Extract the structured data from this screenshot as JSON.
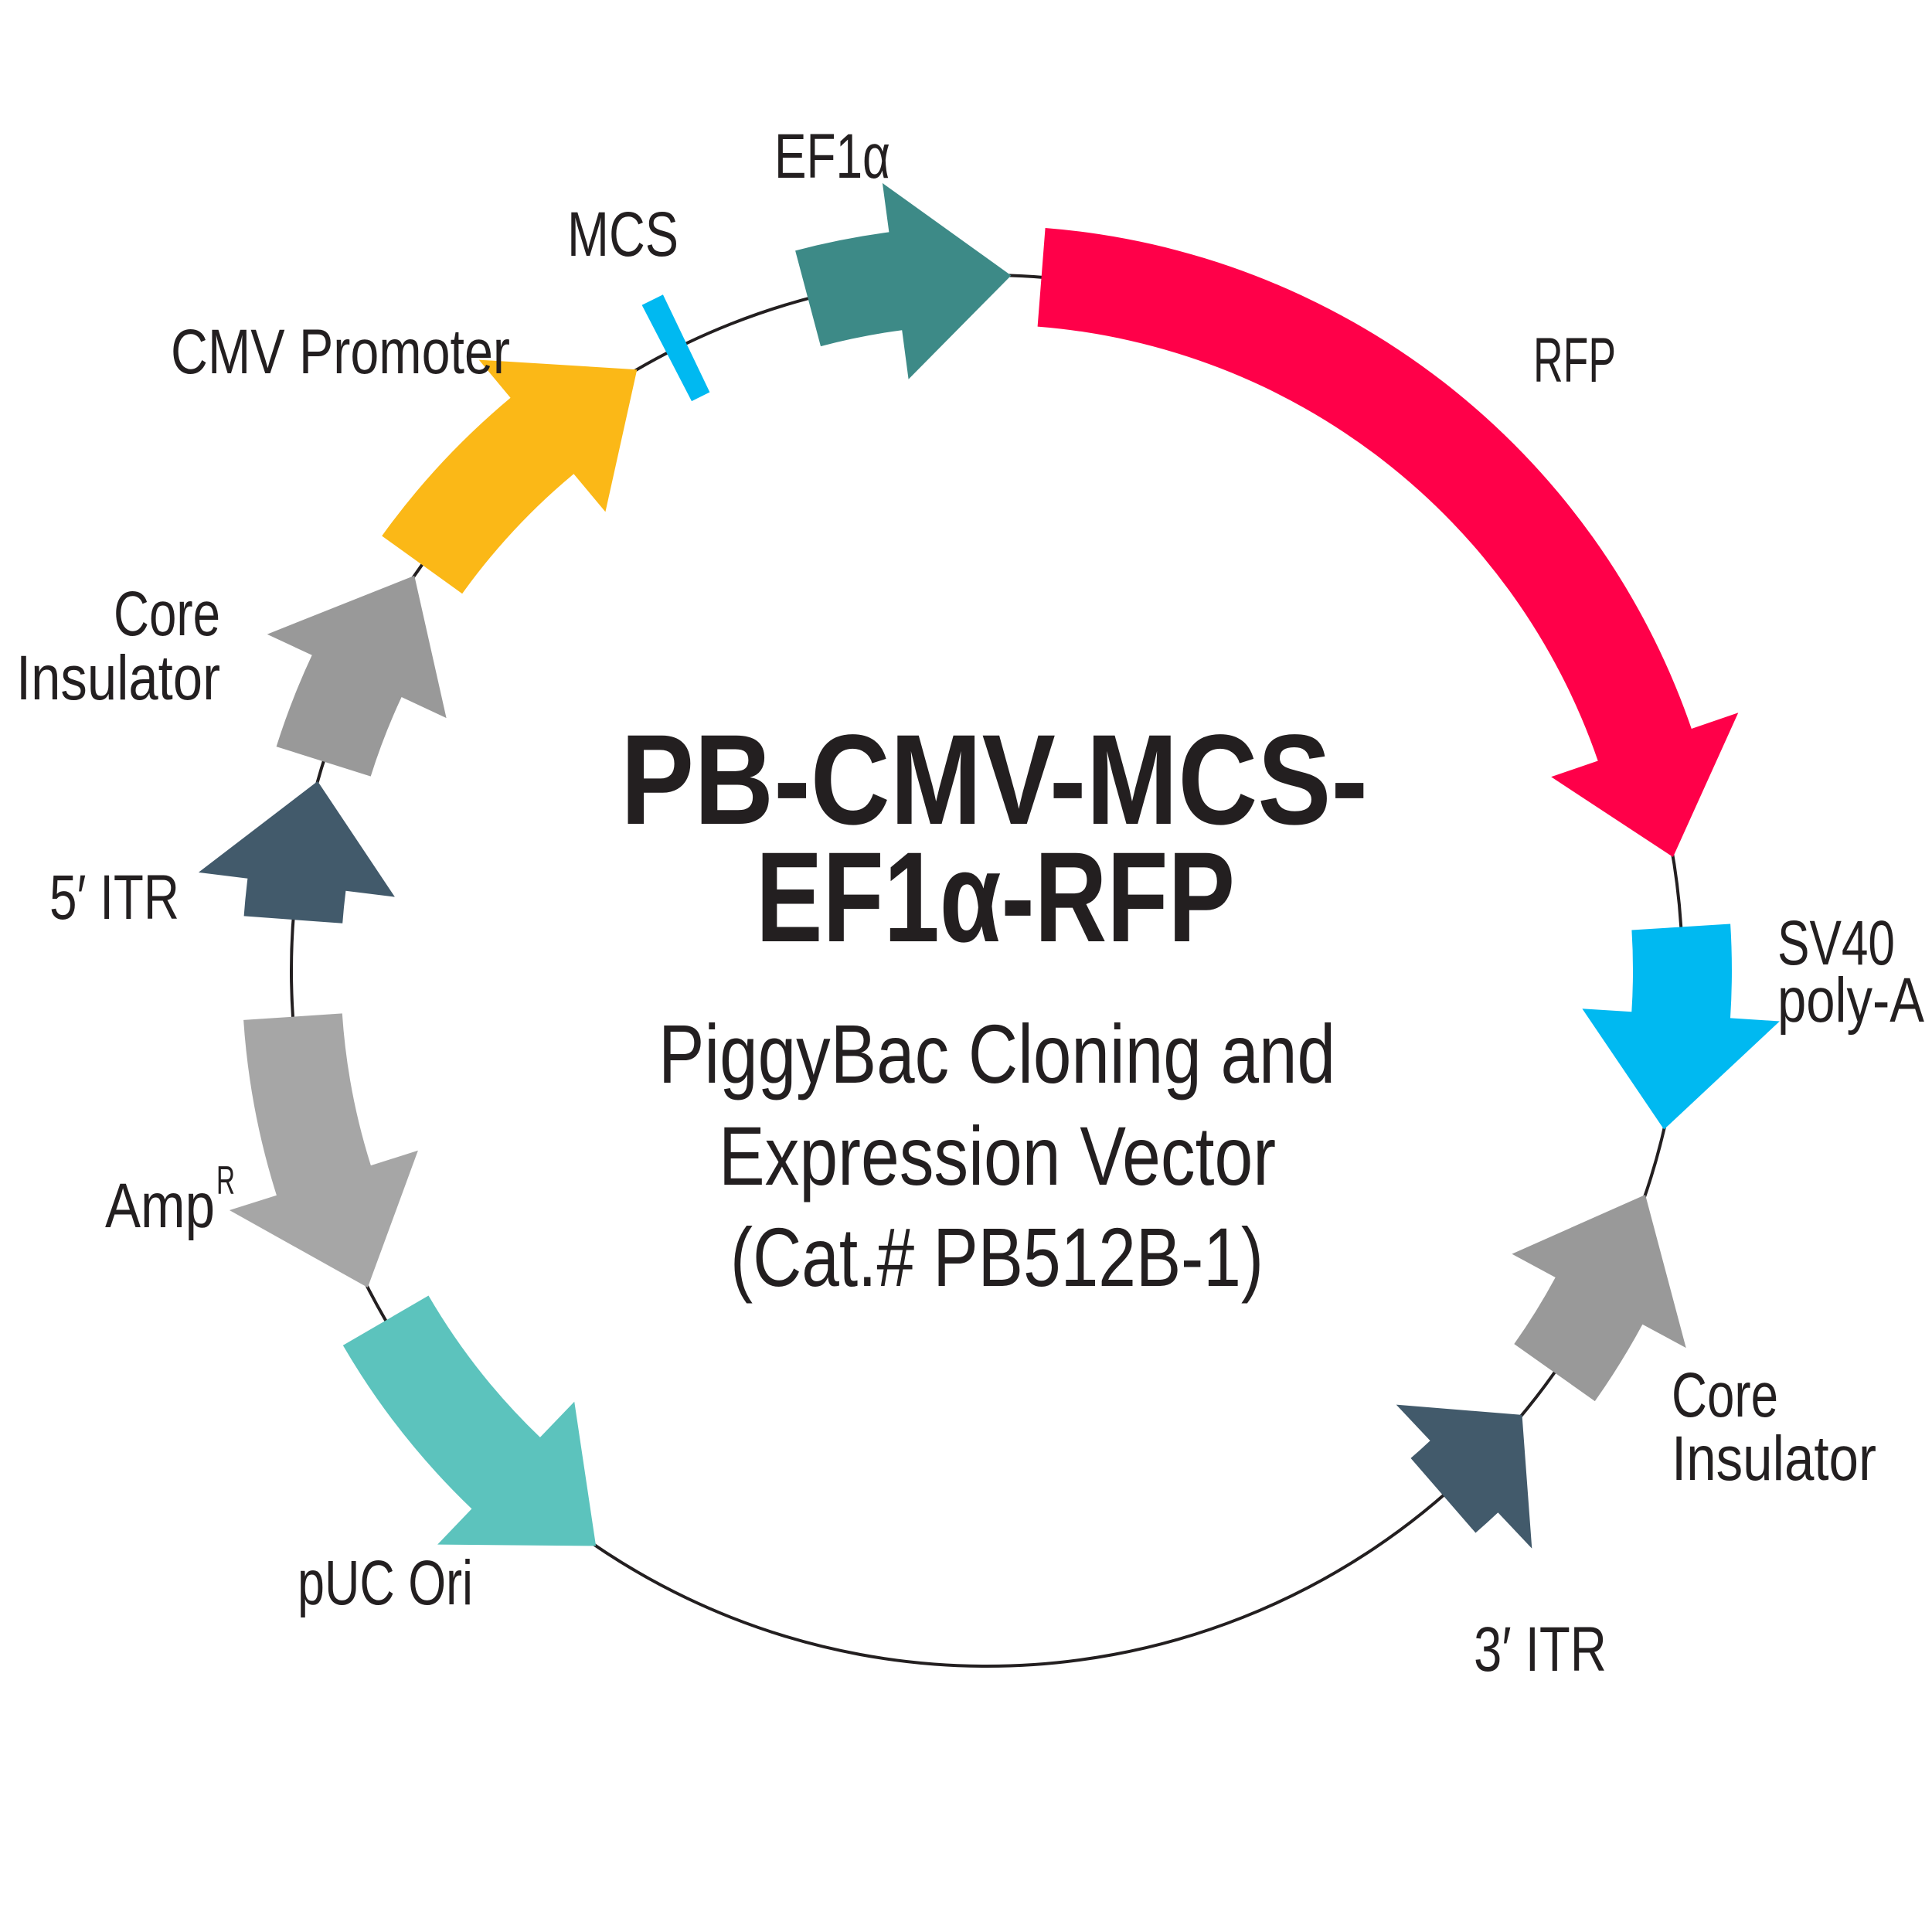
{
  "plasmid": {
    "name_line1": "PB-CMV-MCS-",
    "name_line2": "EF1α-RFP",
    "description_line1": "PiggyBac Cloning and",
    "description_line2": "Expression Vector",
    "catalog_line": "(Cat.# PB512B-1)"
  },
  "colors": {
    "backbone": "#231F20",
    "text": "#231F20"
  },
  "features": [
    {
      "id": "ef1a",
      "label": "EF1α",
      "color": "#3D8A87",
      "start_deg": -14.9,
      "end_deg": 2.0,
      "direction": "cw"
    },
    {
      "id": "rfp",
      "label": "RFP",
      "color": "#FF0049",
      "start_deg": 4.5,
      "end_deg": 80.6,
      "direction": "cw"
    },
    {
      "id": "sv40",
      "label_line1": "SV40",
      "label_line2": "poly-A",
      "color": "#00B9F1",
      "start_deg": 86.4,
      "end_deg": 103.2,
      "direction": "cw"
    },
    {
      "id": "core-insulator-right",
      "label_line1": "Core",
      "label_line2": "Insulator",
      "color": "#999999",
      "start_deg": 125.3,
      "end_deg": 108.8,
      "direction": "ccw"
    },
    {
      "id": "itr3",
      "label": "3′ ITR",
      "color": "#425A6B",
      "start_deg": 139.0,
      "end_deg": 129.7,
      "direction": "ccw"
    },
    {
      "id": "puc-ori",
      "label": "pUC Ori",
      "color": "#5CC3BD",
      "start_deg": 239.8,
      "end_deg": 214.2,
      "direction": "ccw"
    },
    {
      "id": "ampr",
      "label": "Amp",
      "label_sup": "R",
      "color": "#A6A6A6",
      "start_deg": 266.2,
      "end_deg": 242.9,
      "direction": "ccw"
    },
    {
      "id": "itr5",
      "label": "5′ ITR",
      "color": "#425A6B",
      "start_deg": -85.8,
      "end_deg": -74.2,
      "direction": "cw"
    },
    {
      "id": "core-insulator-left",
      "label_line1": "Core",
      "label_line2": "Insulator",
      "color": "#999999",
      "start_deg": -72.5,
      "end_deg": -55.4,
      "direction": "cw"
    },
    {
      "id": "cmv",
      "label": "CMV Promoter",
      "color": "#FBB817",
      "start_deg": -54.3,
      "end_deg": -30.2,
      "direction": "cw"
    },
    {
      "id": "mcs",
      "label": "MCS",
      "color": "#00B9F1",
      "at_deg": -26.5,
      "type": "site"
    }
  ]
}
